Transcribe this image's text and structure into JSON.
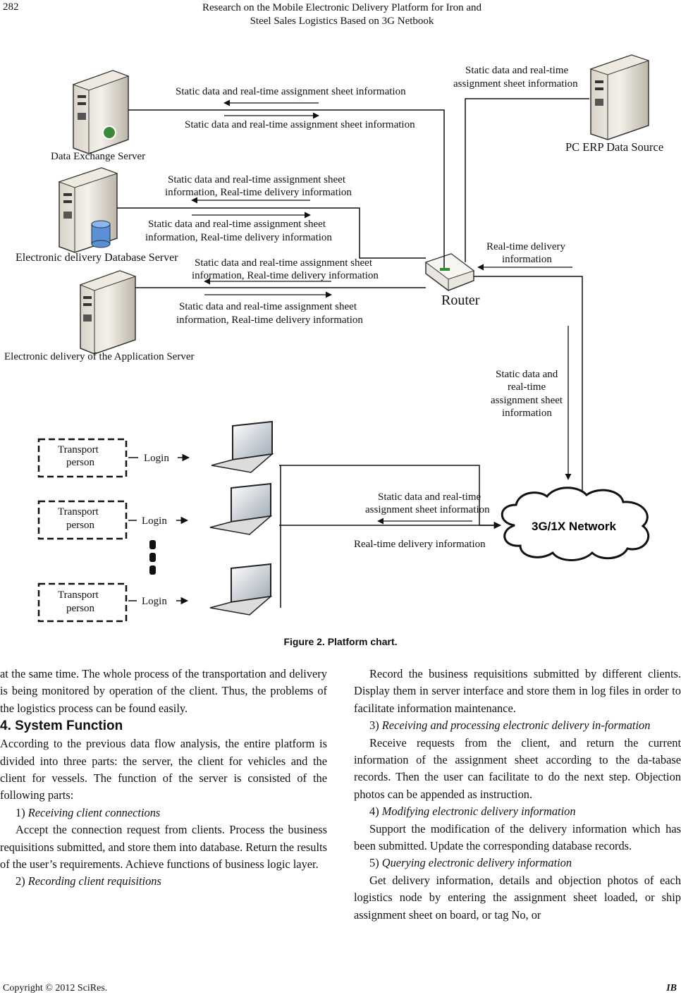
{
  "header": {
    "page_number": "282",
    "running_title_line1": "Research on the Mobile Electronic Delivery Platform for Iron and",
    "running_title_line2": "Steel Sales Logistics Based on 3G Netbook"
  },
  "figure": {
    "caption": "Figure 2. Platform chart.",
    "nodes": {
      "data_exchange_server": "Data Exchange Server",
      "database_server": "Electronic delivery Database Server",
      "application_server": "Electronic delivery of the Application Server",
      "erp_source": "PC ERP Data Source",
      "router": "Router",
      "network": "3G/1X Network",
      "transport_1": [
        "Transport",
        "person"
      ],
      "transport_2": [
        "Transport",
        "person"
      ],
      "transport_3": [
        "Transport",
        "person"
      ]
    },
    "edge_labels": {
      "dex_top": "Static data and real-time assignment sheet information",
      "dex_bottom": "Static data and real-time assignment sheet information",
      "erp": [
        "Static data and real-time",
        "assignment sheet information"
      ],
      "db_top": [
        "Static data and real-time assignment sheet",
        "information, Real-time delivery information"
      ],
      "db_bottom": [
        "Static data and real-time assignment sheet",
        "information, Real-time delivery information"
      ],
      "app_top": [
        "Static data and real-time assignment sheet",
        "information, Real-time delivery information"
      ],
      "app_bottom": [
        "Static data and real-time assignment sheet",
        "information, Real-time delivery information"
      ],
      "router_in": [
        "Real-time delivery",
        "information"
      ],
      "network_up": [
        "Static data and",
        "real-time",
        "assignment sheet",
        "information"
      ],
      "net_top": [
        "Static data and real-time",
        "assignment sheet information"
      ],
      "net_bottom": "Real-time delivery information",
      "login": "Login"
    }
  },
  "body": {
    "left": {
      "para1": "at the same time. The whole process of the transportation and delivery is being monitored by operation of the client. Thus, the problems of the logistics process can be found easily.",
      "heading": "4. System Function",
      "para2": "According to the previous data flow analysis, the entire platform is divided into three parts: the server, the client for vehicles and the client for vessels. The function of the server is consisted of the following parts:",
      "item1_num": "1)",
      "item1_title": "Receiving client connections",
      "para3": "Accept the connection request from clients. Process the business requisitions submitted, and store them into database. Return the results of the user’s requirements. Achieve functions of business logic layer.",
      "item2_num": "2)",
      "item2_title": "Recording client requisitions"
    },
    "right": {
      "para1": "Record the business requisitions submitted by different clients. Display them in server interface and store them in log files in order to facilitate information maintenance.",
      "item3_num": "3)",
      "item3_title": "Receiving and processing electronic delivery in-formation",
      "para2": "Receive requests from the client, and return the current information of the assignment sheet according to the da-tabase records. Then the user can facilitate to do the next step. Objection photos can be appended as instruction.",
      "item4_num": "4)",
      "item4_title": "Modifying electronic delivery information",
      "para3": "Support the modification of the delivery information which has been submitted. Update the corresponding database records.",
      "item5_num": "5)",
      "item5_title": "Querying electronic delivery information",
      "para4": "Get delivery information, details and objection photos of each logistics node by entering the assignment sheet loaded, or ship assignment sheet on board, or tag No, or"
    }
  },
  "footer": {
    "copyright": "Copyright © 2012 SciRes.",
    "journal": "IB"
  }
}
